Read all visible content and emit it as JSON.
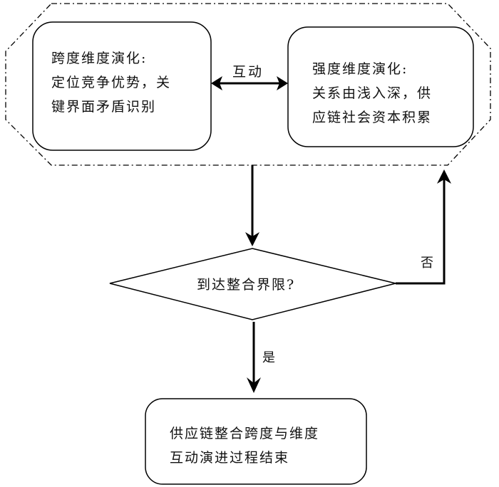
{
  "diagram": {
    "group_label": "",
    "left_box": {
      "title": "跨度维度演化:",
      "lines": [
        "定位竞争优势，关",
        "键界面矛盾识别"
      ]
    },
    "right_box": {
      "title": "强度维度演化:",
      "lines": [
        "关系由浅入深，供",
        "应链社会资本积累"
      ]
    },
    "interaction_label": "互动",
    "decision": "到达整合界限?",
    "no_label": "否",
    "yes_label": "是",
    "end_box": {
      "lines": [
        "供应链整合跨度与维度",
        "互动演进过程结束"
      ]
    },
    "colors": {
      "stroke": "#000000",
      "background": "#ffffff"
    }
  }
}
